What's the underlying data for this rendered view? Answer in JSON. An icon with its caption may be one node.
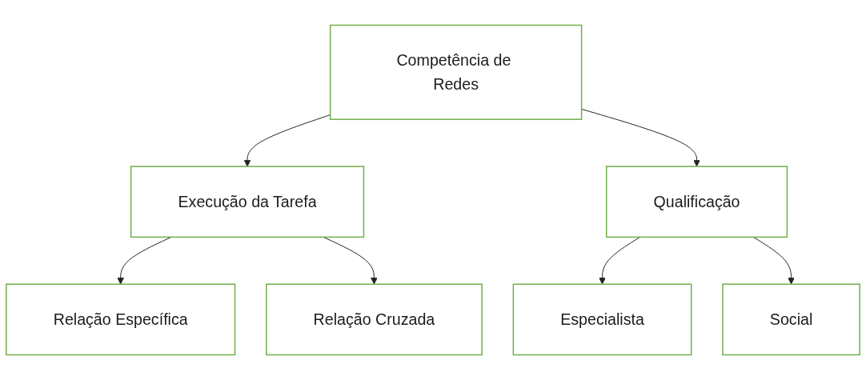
{
  "diagram": {
    "nodes": [
      {
        "text": [
          "Competência de Redes"
        ]
      },
      {
        "text": [
          "Execução da Tarefa"
        ]
      },
      {
        "text": [
          "Qualificação"
        ]
      },
      {
        "text": [
          "Relação Específica"
        ]
      },
      {
        "text": [
          "Relação Cruzada"
        ]
      },
      {
        "text": [
          "Especialista"
        ]
      },
      {
        "text": [
          "Social"
        ]
      }
    ],
    "edges": [
      {
        "from": 0,
        "to": 1,
        "arrow": "to"
      },
      {
        "from": 0,
        "to": 2,
        "arrow": "to"
      },
      {
        "from": 1,
        "to": 3,
        "arrow": "to"
      },
      {
        "from": 1,
        "to": 4,
        "arrow": "to"
      },
      {
        "from": 2,
        "to": 5,
        "arrow": "to"
      },
      {
        "from": 2,
        "to": 6,
        "arrow": "to"
      }
    ]
  }
}
